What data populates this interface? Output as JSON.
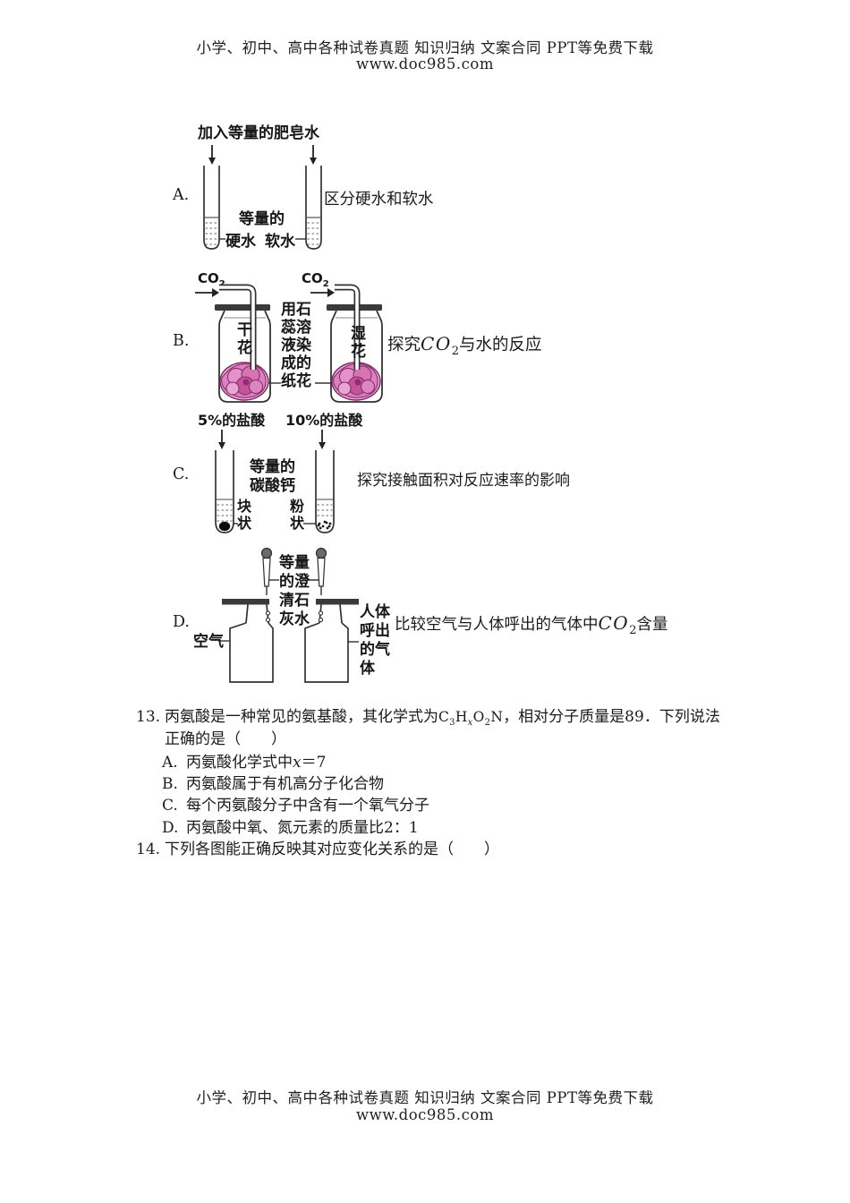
{
  "header": {
    "line1": "小学、初中、高中各种试卷真题 知识归纳 文案合同 PPT等免费下载",
    "line2": "www.doc985.com"
  },
  "question12": {
    "option_a": {
      "label": "A.",
      "top_label": "加入等量的肥皂水",
      "equal_label": "等量的",
      "hard_water": "硬水",
      "soft_water": "软水",
      "description": "区分硬水和软水"
    },
    "option_b": {
      "label": "B.",
      "gas": "CO",
      "gas_sub": "2",
      "dry_flower": "干花",
      "wet_flower": "湿花",
      "middle_label": "用石蕊溶液染成的纸花",
      "desc_pre": "探究",
      "desc_gas": "CO",
      "desc_gas_sub": "2",
      "desc_post": "与水的反应"
    },
    "option_c": {
      "label": "C.",
      "left_top": "5%的盐酸",
      "right_top": "10%的盐酸",
      "middle_label": "等量的碳酸钙",
      "lump": "块状",
      "powder": "粉状",
      "description": "探究接触面积对反应速率的影响"
    },
    "option_d": {
      "label": "D.",
      "middle_label": "等量的澄清石灰水",
      "air": "空气",
      "exhaled": "人体呼出的气体",
      "desc_pre": "比较空气与人体呼出的气体中",
      "desc_gas": "CO",
      "desc_gas_sub": "2",
      "desc_post": "含量"
    }
  },
  "question13": {
    "number": "13.",
    "stem_pre": "丙氨酸是一种常见的氨基酸，其化学式为",
    "formula": {
      "c": "C",
      "c_sub": "3",
      "h": "H",
      "h_sub": "x",
      "o": "O",
      "o_sub": "2",
      "n": "N"
    },
    "stem_post": "，相对分子质量是89．下列说法",
    "stem_line2": "正确的是（　　）",
    "option_a": {
      "label": "A.",
      "pre": "丙氨酸化学式中",
      "var": "x",
      "post": "＝7"
    },
    "option_b": {
      "label": "B.",
      "text": "丙氨酸属于有机高分子化合物"
    },
    "option_c": {
      "label": "C.",
      "text": "每个丙氨酸分子中含有一个氧气分子"
    },
    "option_d": {
      "label": "D.",
      "text": "丙氨酸中氧、氮元素的质量比2：1"
    }
  },
  "question14": {
    "number": "14.",
    "text": "下列各图能正确反映其对应变化关系的是（　　）"
  },
  "footer": {
    "line1": "小学、初中、高中各种试卷真题 知识归纳 文案合同 PPT等免费下载",
    "line2": "www.doc985.com"
  },
  "colors": {
    "ink": "#2e2e2e",
    "lid_gray": "#3a3a3a",
    "flower_pink": "#e393c8",
    "flower_magenta": "#c4539c",
    "flower_outline": "#7e2a63"
  }
}
